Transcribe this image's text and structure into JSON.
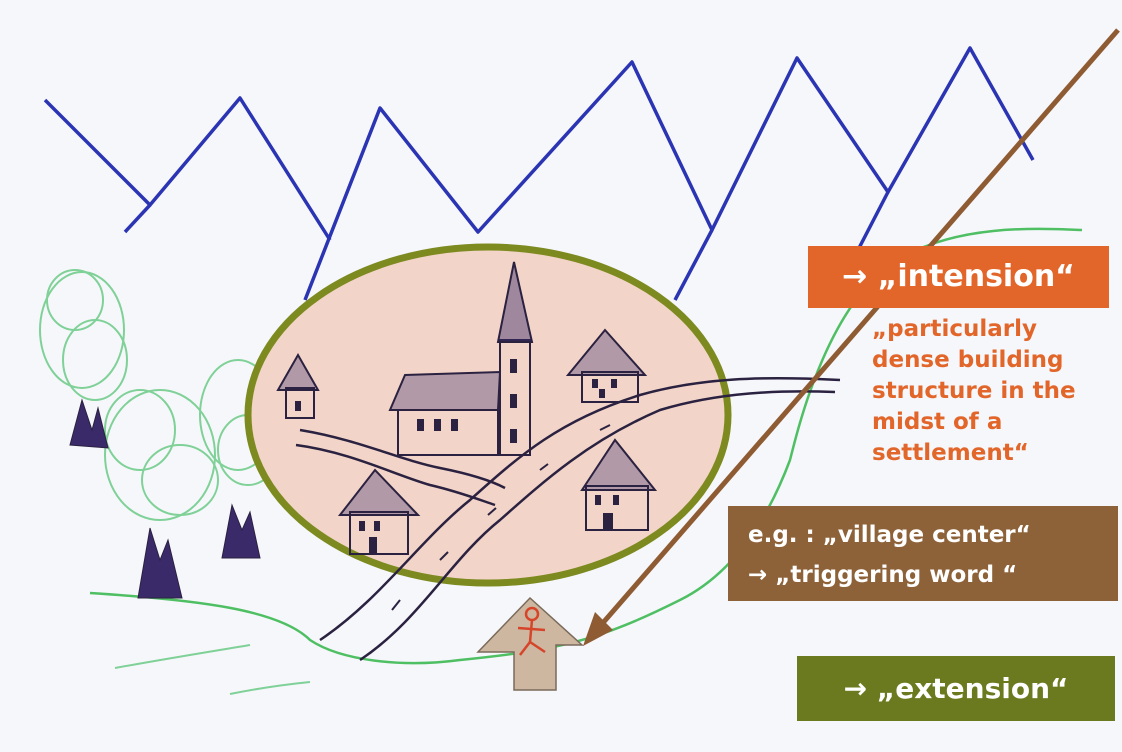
{
  "intension": {
    "label": "→ „intension“"
  },
  "definition": {
    "text": "„particularly dense building structure in the midst of a settlement“"
  },
  "example": {
    "line1": "e.g. : „village center“",
    "line2": "→ „triggering word “"
  },
  "extension": {
    "label": "→ „extension“"
  },
  "colors": {
    "mountains": "#2b35b3",
    "village_fill": "#f2d5c8",
    "village_border": "#7d8a1f",
    "ink": "#2b2140",
    "arrow_brown": "#8e5b32",
    "person_arrow": "#cdb7a0",
    "person": "#d6452a",
    "trees": "#7fd197",
    "hills": "#4fbf63",
    "intension_box": "#e2662a",
    "example_box": "#8e6239",
    "extension_box": "#6b7a1f"
  }
}
